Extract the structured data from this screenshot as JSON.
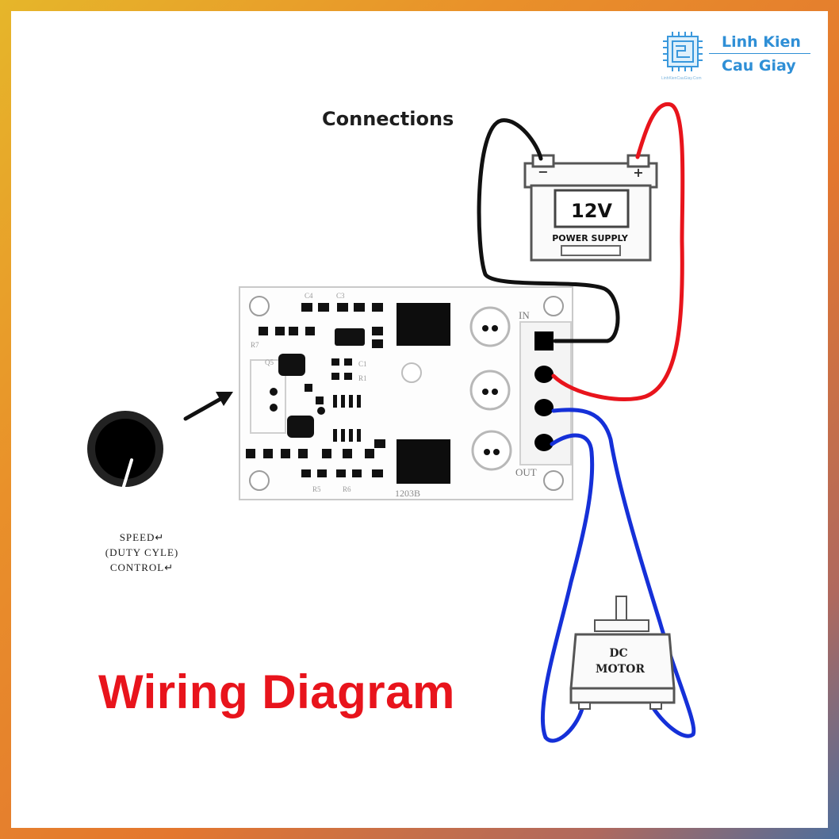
{
  "brand": {
    "name": "Linh Kien",
    "subtitle": "Cau Giay",
    "url": "LinhKienCauGiay.Com"
  },
  "diagram": {
    "connections_label": "Connections",
    "title": "Wiring Diagram",
    "battery": {
      "voltage": "12V",
      "label": "POWER SUPPLY",
      "negative_terminal": "−",
      "positive_terminal": "+"
    },
    "board": {
      "input_label": "IN",
      "output_label": "OUT",
      "model": "1203B",
      "silkscreen": [
        "C4",
        "C3",
        "R7",
        "C1",
        "R1",
        "R5",
        "R6",
        "Q5"
      ]
    },
    "knob": {
      "caption_lines": [
        "SPEED↵",
        "(DUTY CYLE)",
        "CONTROL↵"
      ]
    },
    "motor": {
      "label_line1": "DC",
      "label_line2": "MOTOR"
    },
    "wire_colors": {
      "negative": "#111111",
      "positive": "#e8141c",
      "motor": "#1530d8"
    }
  }
}
